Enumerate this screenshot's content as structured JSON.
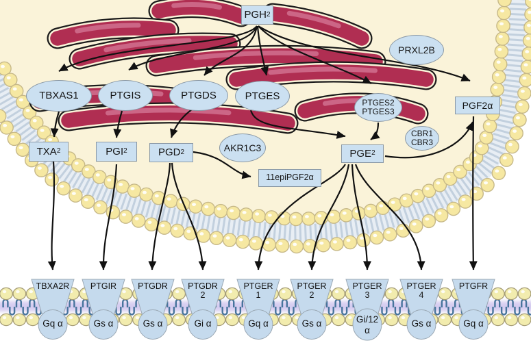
{
  "colors": {
    "cell_fill": "#faf3d9",
    "node_fill": "#cbe0f1",
    "node_border": "#8a98a5",
    "er_body": "#b02e52",
    "er_highlight": "#cf6d8c",
    "er_outline": "#1b1b1b",
    "membrane_head_top": "#f6e8a2",
    "membrane_head_bottom": "#f2ecae",
    "tail_blue": "#47749c",
    "purple_band": "#b3a3e4",
    "arrow": "#111111",
    "receptor_fill": "#c5daed",
    "receptor_border": "#9aa8b4"
  },
  "nodes": {
    "pgh2": {
      "main": "PGH",
      "sub": "2"
    },
    "tbxas1": {
      "label": "TBXAS1"
    },
    "ptgis": {
      "label": "PTGIS"
    },
    "ptgds": {
      "label": "PTGDS"
    },
    "ptges": {
      "label": "PTGES"
    },
    "prxl2b": {
      "label": "PRXL2B"
    },
    "ptges23": {
      "line1": "PTGES2",
      "line2": "PTGES3"
    },
    "cbr": {
      "line1": "CBR1",
      "line2": "CBR3"
    },
    "akr1c3": {
      "label": "AKR1C3"
    },
    "txa2": {
      "main": "TXA",
      "sub": "2"
    },
    "pgi2": {
      "main": "PGI",
      "sub": "2"
    },
    "pgd2": {
      "main": "PGD",
      "sub": "2"
    },
    "pge2": {
      "main": "PGE",
      "sub": "2"
    },
    "pgf2a": {
      "label": "PGF2α"
    },
    "epi": {
      "label": "11epiPGF2α"
    }
  },
  "receptors": [
    {
      "label": "TBXA2R",
      "label2": "",
      "g": "Gq α",
      "g2": ""
    },
    {
      "label": "PTGIR",
      "label2": "",
      "g": "Gs α",
      "g2": ""
    },
    {
      "label": "PTGDR",
      "label2": "",
      "g": "Gs α",
      "g2": ""
    },
    {
      "label": "PTGDR",
      "label2": "2",
      "g": "Gi α",
      "g2": ""
    },
    {
      "label": "PTGER",
      "label2": "1",
      "g": "Gq α",
      "g2": ""
    },
    {
      "label": "PTGER",
      "label2": "2",
      "g": "Gs α",
      "g2": ""
    },
    {
      "label": "PTGER",
      "label2": "3",
      "g": "Gi/12",
      "g2": "α"
    },
    {
      "label": "PTGER",
      "label2": "4",
      "g": "Gs α",
      "g2": ""
    },
    {
      "label": "PTGFR",
      "label2": "",
      "g": "Gq α",
      "g2": ""
    }
  ],
  "edges": [
    "PGH2 → TBXAS1",
    "PGH2 → PTGIS",
    "PGH2 → PTGDS",
    "PGH2 → PTGES",
    "PGH2 → PTGES2/PTGES3",
    "PGH2 → PGF2α (via PRXL2B)",
    "TBXAS1 → TXA2",
    "PTGIS → PGI2",
    "PTGDS → PGD2",
    "PTGES → PGE2",
    "PTGES2/PTGES3 → PGE2",
    "PGD2 → 11epiPGF2α (via AKR1C3)",
    "PGE2 → PGF2α (via CBR1/CBR3)",
    "TXA2 → TBXA2R",
    "PGI2 → PTGIR",
    "PGD2 → PTGDR",
    "PGD2 → PTGDR2",
    "PGE2 → PTGER1",
    "PGE2 → PTGER2",
    "PGE2 → PTGER3",
    "PGE2 → PTGER4",
    "PGF2α → PTGFR"
  ]
}
